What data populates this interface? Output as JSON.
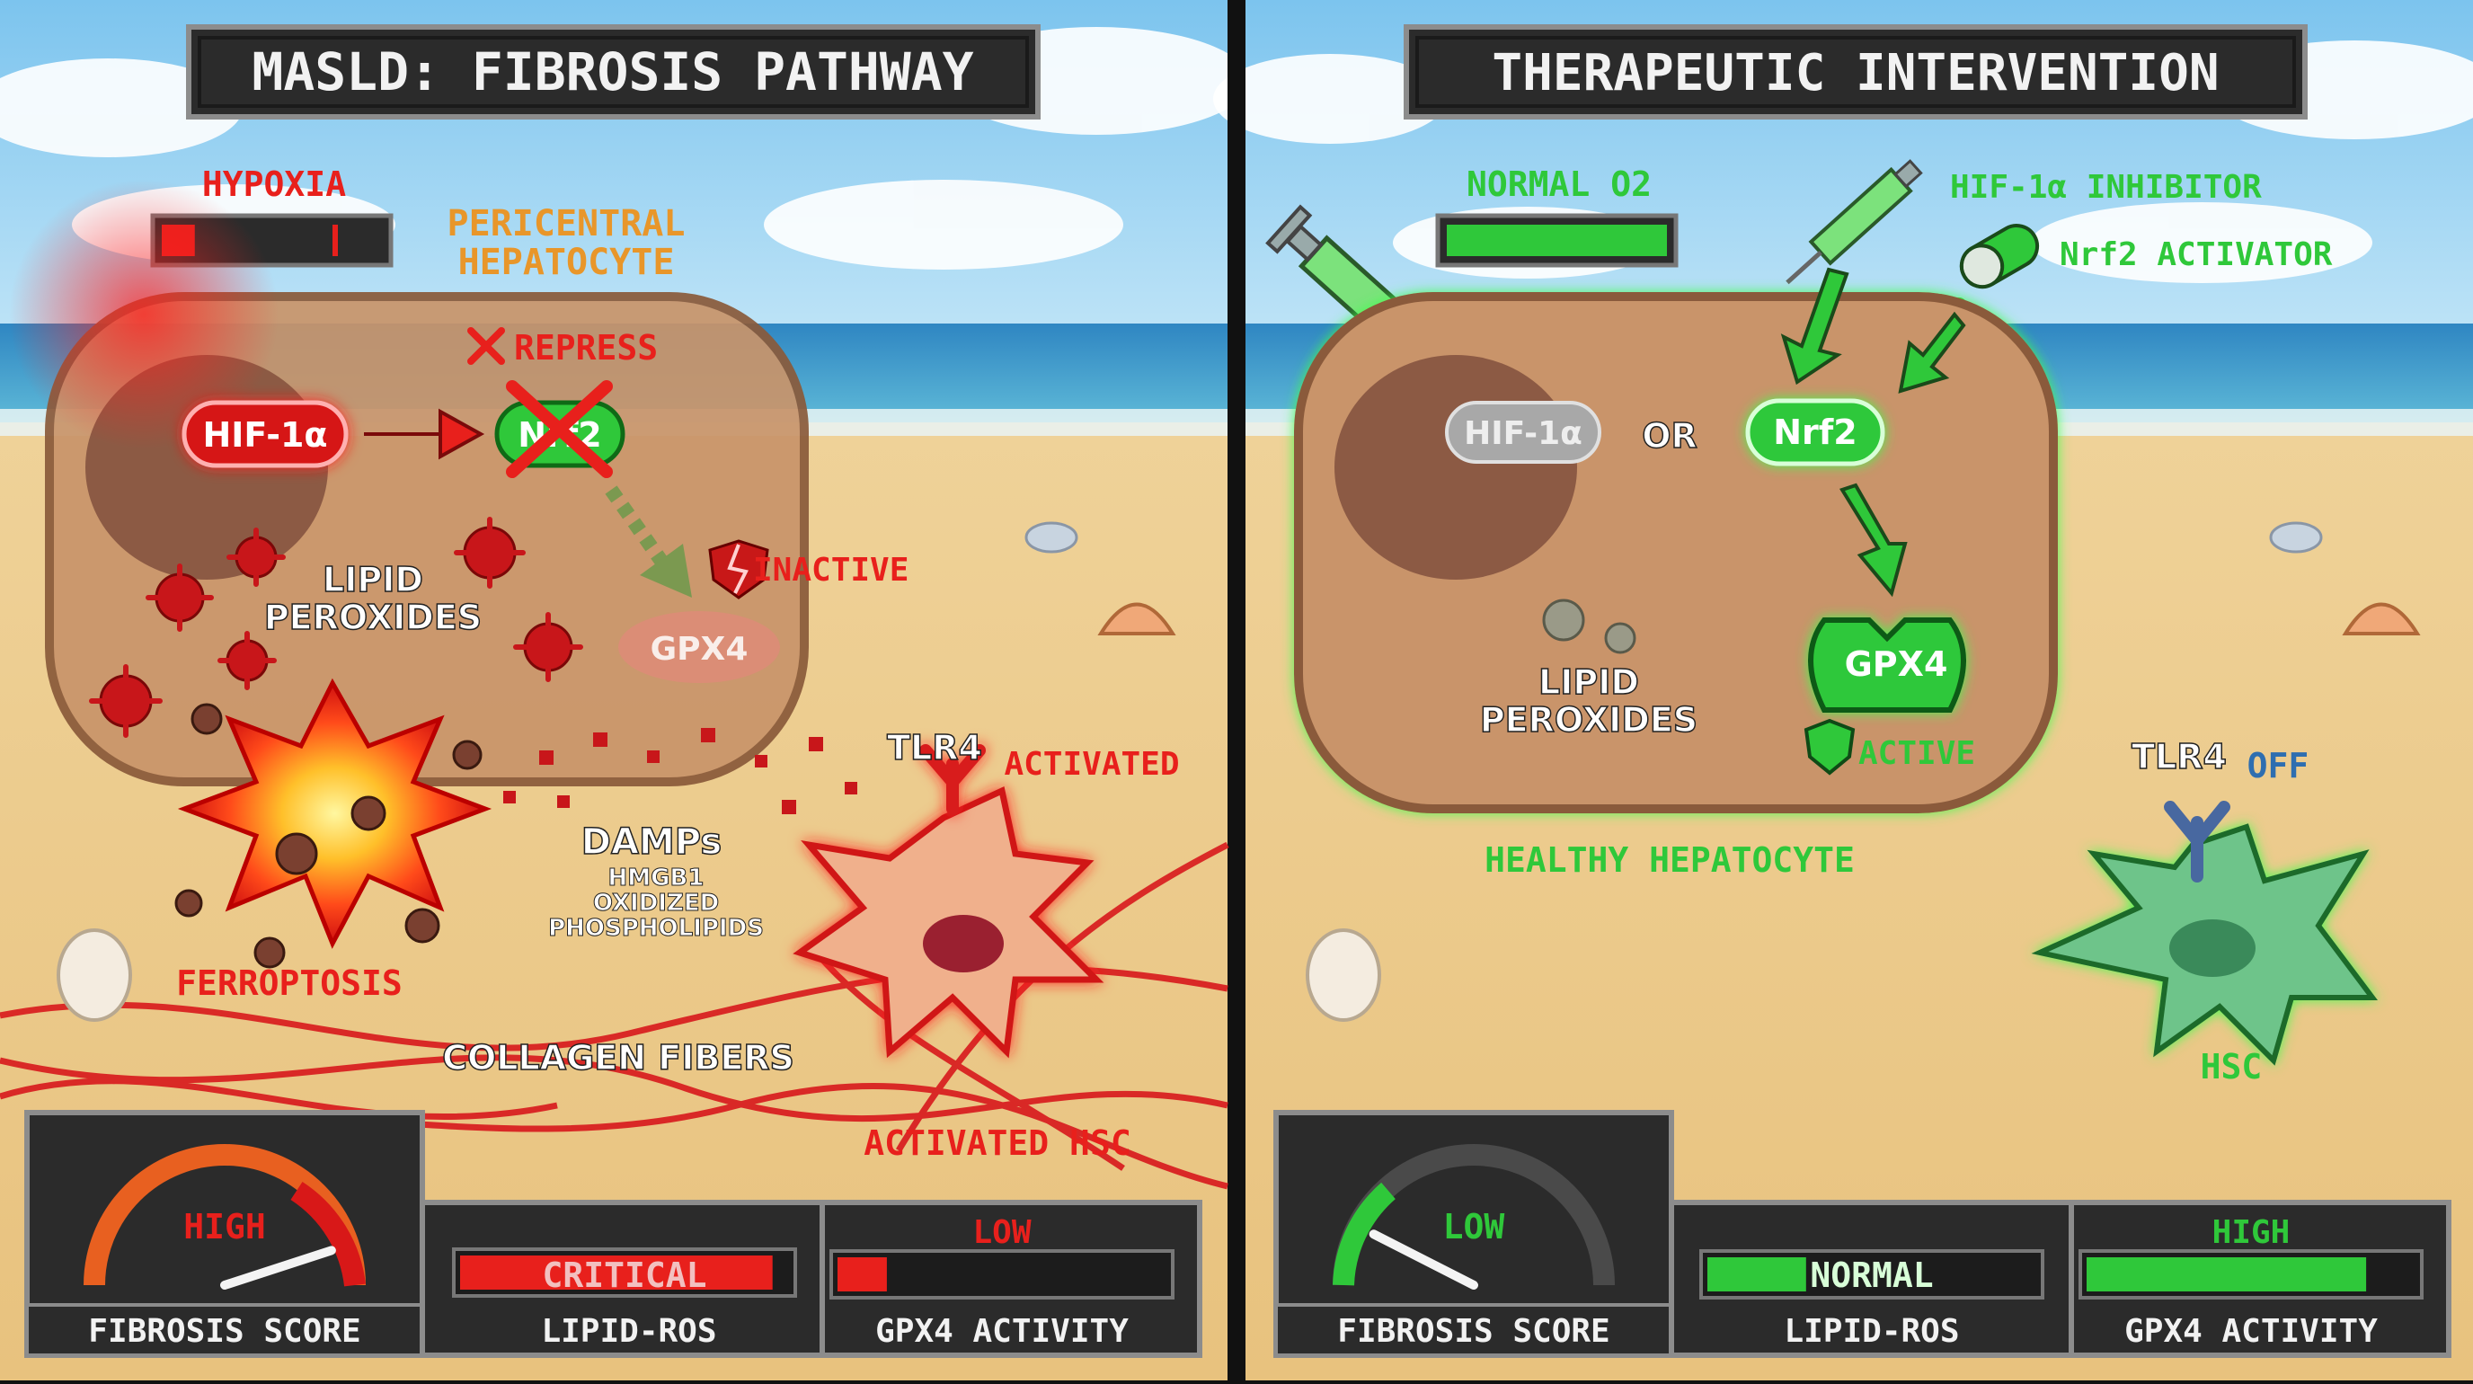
{
  "left": {
    "title": "MASLD: FIBROSIS PATHWAY",
    "hypoxia": "HYPOXIA",
    "cell_label_line1": "PERICENTRAL",
    "cell_label_line2": "HEPATOCYTE",
    "repress": "REPRESS",
    "hif": "HIF-1α",
    "nrf2": "Nrf2",
    "inactive": "INACTIVE",
    "gpx4": "GPX4",
    "lipid_line1": "LIPID",
    "lipid_line2": "PEROXIDES",
    "ferroptosis": "FERROPTOSIS",
    "damps": "DAMPs",
    "damps_sub1": "HMGB1",
    "damps_sub2": "OXIDIZED",
    "damps_sub3": "PHOSPHOLIPIDS",
    "tlr4": "TLR4",
    "activated": "ACTIVATED",
    "collagen": "COLLAGEN FIBERS",
    "activated_hsc": "ACTIVATED HSC",
    "gauge_value": "HIGH",
    "gauge_label": "FIBROSIS SCORE",
    "ros_value": "CRITICAL",
    "ros_label": "LIPID-ROS",
    "gpx_value": "LOW",
    "gpx_label": "GPX4 ACTIVITY"
  },
  "right": {
    "title": "THERAPEUTIC INTERVENTION",
    "oxygen": "NORMAL O2",
    "inhibitor": "HIF-1α INHIBITOR",
    "activator": "Nrf2 ACTIVATOR",
    "hif": "HIF-1α",
    "or": "OR",
    "nrf2": "Nrf2",
    "gpx4": "GPX4",
    "active": "ACTIVE",
    "lipid_line1": "LIPID",
    "lipid_line2": "PEROXIDES",
    "cell_label": "HEALTHY HEPATOCYTE",
    "tlr4": "TLR4",
    "off": "OFF",
    "hsc": "HSC",
    "gauge_value": "LOW",
    "gauge_label": "FIBROSIS SCORE",
    "ros_value": "NORMAL",
    "ros_label": "LIPID-ROS",
    "gpx_value": "HIGH",
    "gpx_label": "GPX4 ACTIVITY"
  },
  "levels": {
    "left_hypoxia_o2": 0.15,
    "left_fibrosis": 0.9,
    "left_lipid_ros": 0.95,
    "left_gpx4": 0.15,
    "right_o2": 1.0,
    "right_fibrosis": 0.15,
    "right_lipid_ros": 0.3,
    "right_gpx4": 0.85
  },
  "colors": {
    "danger": "#e8201c",
    "healthy": "#2fc83a",
    "title_bg": "#2b2b2b",
    "sand": "#f0d49a",
    "cell": "#c9946a"
  }
}
